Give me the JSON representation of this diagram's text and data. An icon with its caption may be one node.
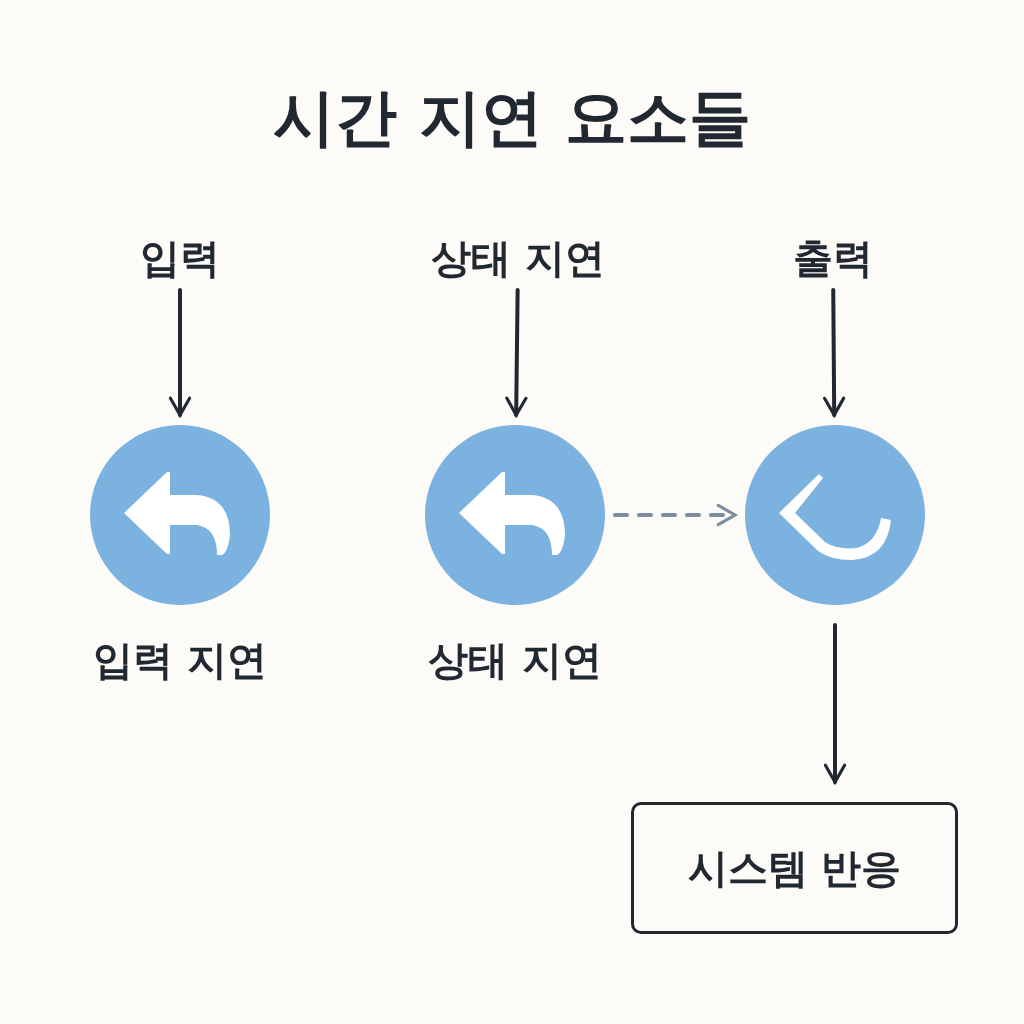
{
  "diagram": {
    "title": "시간 지연 요소들",
    "nodes": [
      {
        "text": [
          "입력"
        ]
      },
      {
        "text": [],
        "shape": "circle",
        "beside": [
          "입력 지연"
        ]
      },
      {
        "text": [
          "상태 지연"
        ]
      },
      {
        "text": [],
        "shape": "circle",
        "beside": [
          "상태 지연"
        ]
      },
      {
        "text": [
          "출력"
        ]
      },
      {
        "text": [],
        "shape": "circle"
      },
      {
        "text": [
          "시스템 반응"
        ]
      }
    ],
    "edges": [
      {
        "from": 0,
        "to": 1,
        "arrow": "to"
      },
      {
        "from": 2,
        "to": 3,
        "arrow": "to"
      },
      {
        "from": 4,
        "to": 5,
        "arrow": "to"
      },
      {
        "from": 3,
        "to": 5,
        "arrow": "to",
        "style": "dashed",
        "color": "#7b8d9e"
      },
      {
        "from": 5,
        "to": 6,
        "arrow": "to"
      }
    ]
  }
}
